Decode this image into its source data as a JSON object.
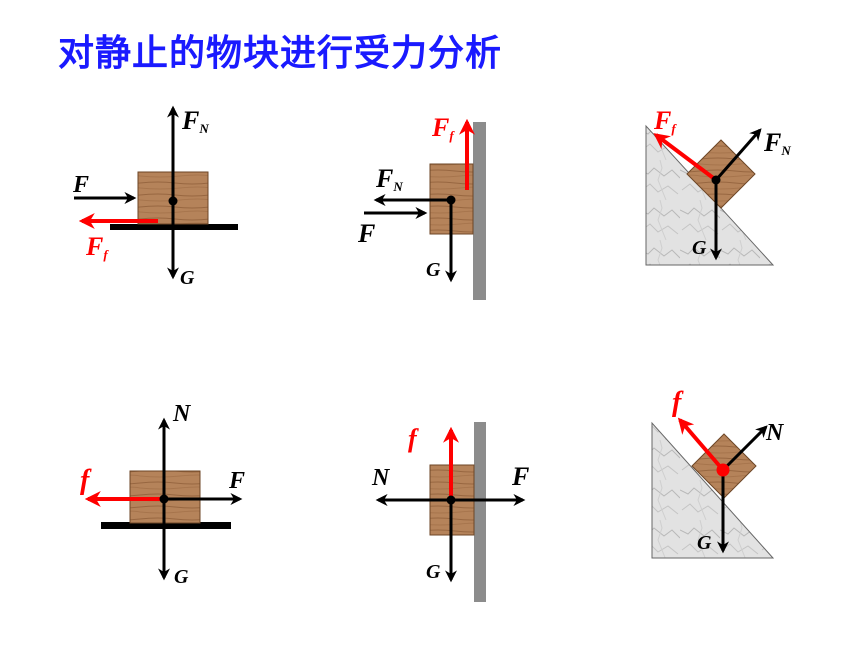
{
  "title": "对静止的物块进行受力分析",
  "colors": {
    "title": "#1a1aff",
    "block_fill": "#b5835a",
    "block_grain": "#8a5a35",
    "wall": "#8c8c8c",
    "friction": "#ff0000",
    "force": "#000000",
    "incline": "#d8d8d8"
  },
  "diagrams": [
    {
      "id": "d1",
      "surface": "horizontal ground",
      "labels": {
        "normal": {
          "main": "F",
          "sub": "N"
        },
        "applied": "F",
        "friction": {
          "main": "F",
          "sub": "f"
        },
        "gravity": "G"
      }
    },
    {
      "id": "d2",
      "surface": "vertical wall",
      "labels": {
        "friction": {
          "main": "F",
          "sub": "f"
        },
        "normal": {
          "main": "F",
          "sub": "N"
        },
        "applied": "F",
        "gravity": "G"
      }
    },
    {
      "id": "d3",
      "surface": "incline",
      "labels": {
        "friction": {
          "main": "F",
          "sub": "f"
        },
        "normal": {
          "main": "F",
          "sub": "N"
        },
        "gravity": "G"
      }
    },
    {
      "id": "d4",
      "surface": "horizontal ground",
      "labels": {
        "normal": "N",
        "friction": "f",
        "applied": "F",
        "gravity": "G"
      }
    },
    {
      "id": "d5",
      "surface": "vertical wall",
      "labels": {
        "friction": "f",
        "normal": "N",
        "applied": "F",
        "gravity": "G"
      }
    },
    {
      "id": "d6",
      "surface": "incline",
      "labels": {
        "friction": "f",
        "normal": "N",
        "gravity": "G"
      }
    }
  ]
}
